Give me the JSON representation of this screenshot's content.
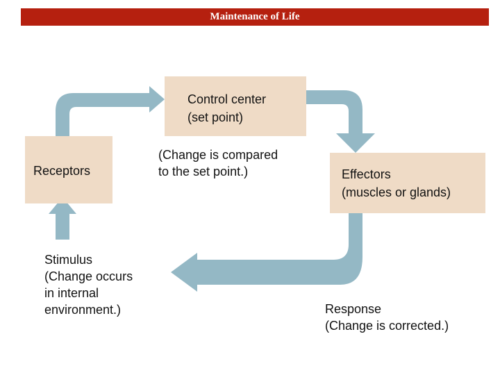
{
  "header": {
    "title": "Maintenance of Life"
  },
  "colors": {
    "header_bar": "#b5200f",
    "box_fill": "#efdbc6",
    "arrow": "#94b8c5"
  },
  "diagram": {
    "control_center": {
      "label": "Control center\n(set point)"
    },
    "receptors": {
      "label": "Receptors"
    },
    "effectors": {
      "label": "Effectors\n(muscles or glands)"
    },
    "comparison_note": "(Change is compared\nto the set point.)",
    "stimulus_note": "Stimulus\n(Change occurs\nin internal\nenvironment.)",
    "response_note": "Response\n(Change is corrected.)"
  }
}
